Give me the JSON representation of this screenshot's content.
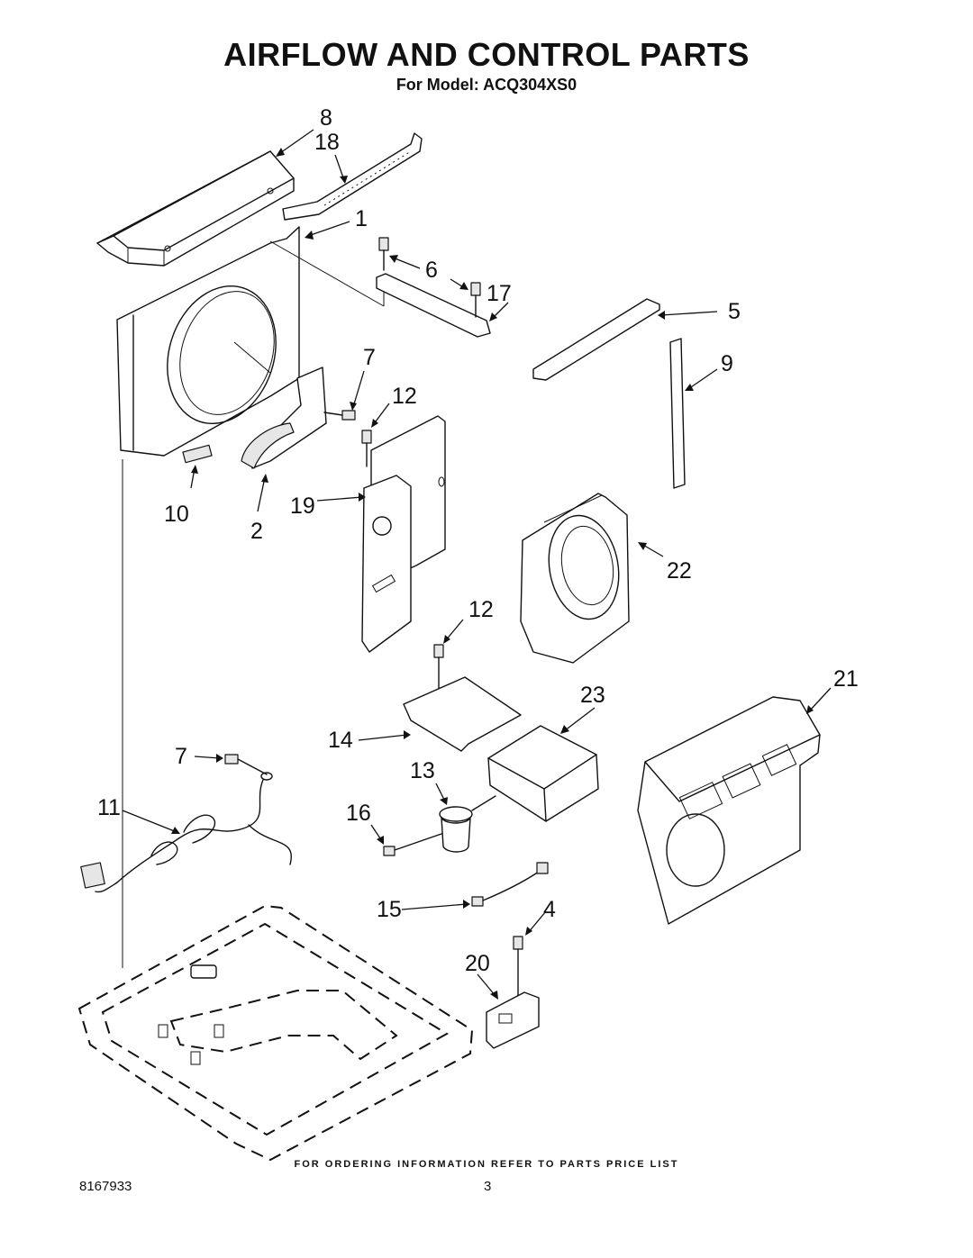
{
  "header": {
    "title": "AIRFLOW AND CONTROL PARTS",
    "subtitle": "For Model: ACQ304XS0"
  },
  "callouts": {
    "c8": "8",
    "c18": "18",
    "c1": "1",
    "c6": "6",
    "c17": "17",
    "c5": "5",
    "c7a": "7",
    "c9": "9",
    "c12a": "12",
    "c10": "10",
    "c2": "2",
    "c19": "19",
    "c22": "22",
    "c12b": "12",
    "c21": "21",
    "c23": "23",
    "c14": "14",
    "c7b": "7",
    "c13": "13",
    "c11": "11",
    "c16": "16",
    "c15": "15",
    "c4": "4",
    "c20": "20"
  },
  "footer": {
    "note": "FOR ORDERING INFORMATION REFER TO PARTS PRICE LIST",
    "doc_number": "8167933",
    "page_number": "3"
  }
}
